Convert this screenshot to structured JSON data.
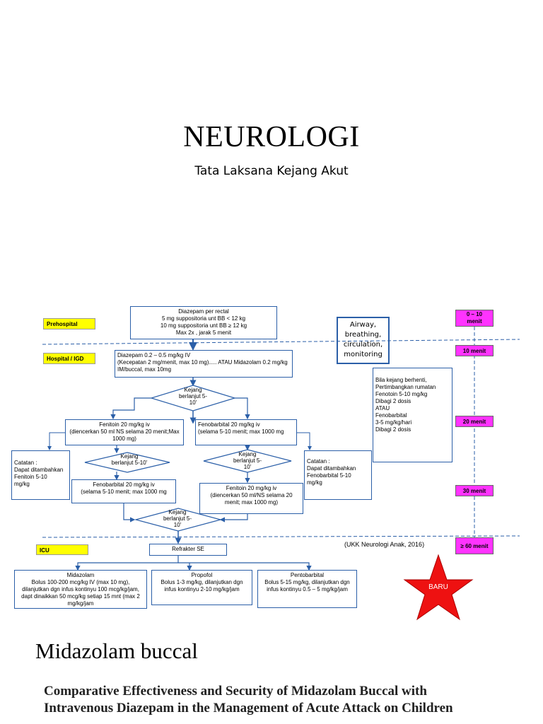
{
  "header": {
    "title": "NEUROLOGI",
    "subtitle": "Tata Laksana Kejang Akut"
  },
  "phases": {
    "prehospital": "Prehospital",
    "hospital": "Hospital / IGD",
    "icu": "ICU"
  },
  "timeline": {
    "t0": "0 – 10\nmenit",
    "t10": "10 menit",
    "t20": "20 menit",
    "t30": "30 menit",
    "t60": "≥ 60 menit"
  },
  "boxes": {
    "diazepam_rectal": "Diazepam per rectal\n5 mg suppositoria unt BB < 12 kg\n10 mg suppositoria unt BB ≥ 12 kg\nMax 2x , jarak 5 menit",
    "diazepam_iv": "Diazepam 0.2 – 0.5 mg/kg IV\n(Kecepatan 2 mg/menit, max 10 mg)..... ATAU Midazolam 0.2 mg/kg IM/buccal, max 10mg",
    "fenitoin_1": "Fenitoin 20 mg/kg iv\n(diencerkan 50 ml NS selama 20 menit;Max 1000 mg)",
    "fenobarbital_1": "Fenobarbital 20 mg/kg iv\n(selama 5-10 menit; max 1000 mg",
    "fenobarbital_2": "Fenobarbital 20 mg/kg iv\n(selama 5-10 menit; max 1000 mg",
    "fenitoin_2": "Fenitoin 20 mg/kg iv\n(diencerkan 50 ml/NS selama 20 menit; max 1000 mg)",
    "refrakter": "Refrakter SE",
    "midazolam": "Midazolam\nBolus 100-200 mcg/kg IV (max 10 mg),\ndilanjutkan dgn infus kontinyu 100 mcg/kg/jam, dapt dinaikkan 50 mcg/kg setiap 15 mnt (max 2 mg/kg/jam",
    "propofol": "Propofol\nBolus 1-3 mg/kg, dilanjutkan dgn infus kontinyu 2-10 mg/kg/jam",
    "pentobarbital": "Pentobarbital\nBolus 5-15 mg/kg, dilanjutkan dgn infus kontinyu 0.5 – 5 mg/kg/jam",
    "rumatan": "Bila kejang berhenti,\nPertimbangkan rumatan\nFenotoin 5-10 mg/kg\nDibagi 2 dosis\nATAU\nFenobarbital\n3-5 mg/kg/hari\nDibagi 2 dosis",
    "airway": "Airway,\nbreathing,\ncirculation,\nmonitoring"
  },
  "diamonds": {
    "d1": "Kejang\nberlanjut 5-\n10'",
    "d2": "Kejang\nberlanjut 5-10'",
    "d3": "Kejang\nberlanjut 5-\n10'",
    "d4": "Kejang\nberlanjut 5-\n10'"
  },
  "notes": {
    "left": "Catatan :\nDapat ditambahkan\nFenitoin 5-10\nmg/kg",
    "right": "Catatan :\nDapat ditambahkan\nFenobarbital 5-10\nmg/kg"
  },
  "source": "(UKK Neurologi Anak, 2016)",
  "badge": "BARU",
  "section2": {
    "heading": "Midazolam buccal",
    "paper_title": "Comparative Effectiveness and Security of Midazolam Buccal with Intravenous Diazepam in the Management of Acute Attack on Children"
  },
  "colors": {
    "box_border": "#2b5fa8",
    "phase_label": "#ffff00",
    "time_label": "#ff33ff",
    "star": "#ee1111"
  }
}
